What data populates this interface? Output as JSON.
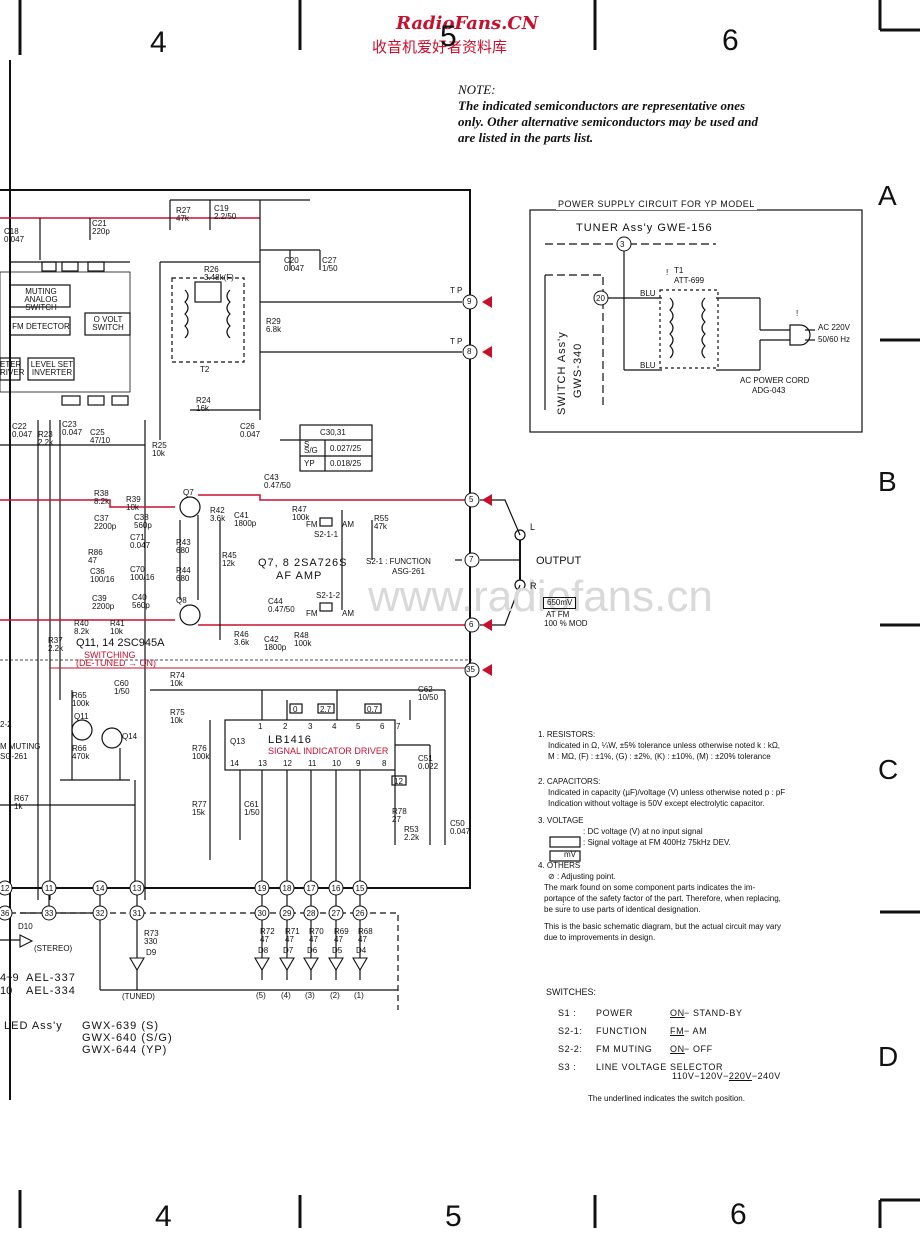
{
  "watermark": {
    "site": "RadioFans.CN",
    "cn": "收音机爱好者资料库",
    "center": "www.radiofans.cn"
  },
  "grid": {
    "top": [
      "4",
      "5",
      "6"
    ],
    "bottom": [
      "4",
      "5",
      "6"
    ],
    "rows": [
      "A",
      "B",
      "C",
      "D"
    ]
  },
  "note": {
    "title": "NOTE:",
    "lines": [
      "The indicated semiconductors are representative ones",
      "only. Other alternative semiconductors may be used and",
      "are listed in the parts list."
    ]
  },
  "power_supply": {
    "title": "POWER SUPPLY CIRCUIT FOR YP MODEL",
    "tuner": "TUNER Ass'y GWE-156",
    "switch_assy": "SWITCH Ass'y",
    "switch_model": "GWS-340",
    "t1": "T1",
    "t1_part": "ATT-699",
    "blu1": "BLU",
    "blu2": "BLU",
    "ac": "AC 220V",
    "hz": "50/60 Hz",
    "cord": "AC POWER CORD",
    "cord_part": "ADG-043",
    "node3": "3",
    "node20": "20",
    "warn": "!"
  },
  "tp": {
    "label": "T P",
    "nodes": [
      "9",
      "8"
    ]
  },
  "blocks": {
    "muting": "MUTING ANALOG SWITCH",
    "fm_detector": "FM DETECTOR",
    "ovolt": "O VOLT SWITCH",
    "level_set": "LEVEL SET INVERTER",
    "meter": "ETER RIVER",
    "t2": "T2"
  },
  "table_c30": {
    "title": "C30,31",
    "rows": [
      [
        "S",
        "S/G",
        "0.027/25"
      ],
      [
        "YP",
        "",
        "0.018/25"
      ]
    ]
  },
  "components": [
    {
      "id": "C21",
      "val": "220p"
    },
    {
      "id": "C18",
      "val": "0.047"
    },
    {
      "id": "R27",
      "val": "47k"
    },
    {
      "id": "C19",
      "val": "2.2/50"
    },
    {
      "id": "C20",
      "val": "0.047"
    },
    {
      "id": "C27",
      "val": "1/50"
    },
    {
      "id": "R26",
      "val": "3.48k(F)"
    },
    {
      "id": "R29",
      "val": "6.8k"
    },
    {
      "id": "R24",
      "val": "16k"
    },
    {
      "id": "C26",
      "val": "0.047"
    },
    {
      "id": "C22",
      "val": "0.047"
    },
    {
      "id": "R23",
      "val": "2.2k"
    },
    {
      "id": "C23",
      "val": "0.047"
    },
    {
      "id": "C25",
      "val": "47/10"
    },
    {
      "id": "R25",
      "val": "10k"
    },
    {
      "id": "C43",
      "val": "0.47/50"
    },
    {
      "id": "R38",
      "val": "8.2k"
    },
    {
      "id": "R39",
      "val": "10k"
    },
    {
      "id": "C37",
      "val": "2200p"
    },
    {
      "id": "C38",
      "val": "560p"
    },
    {
      "id": "R42",
      "val": "3.6k"
    },
    {
      "id": "C41",
      "val": "1800p"
    },
    {
      "id": "R47",
      "val": "100k"
    },
    {
      "id": "R55",
      "val": "47k"
    },
    {
      "id": "C71",
      "val": "0.047"
    },
    {
      "id": "R86",
      "val": "47"
    },
    {
      "id": "R43",
      "val": "680"
    },
    {
      "id": "R45",
      "val": "12k"
    },
    {
      "id": "C36",
      "val": "100/16"
    },
    {
      "id": "C70",
      "val": "100/16"
    },
    {
      "id": "R44",
      "val": "680"
    },
    {
      "id": "C39",
      "val": "2200p"
    },
    {
      "id": "C40",
      "val": "560p"
    },
    {
      "id": "C44",
      "val": "0.47/50"
    },
    {
      "id": "R40",
      "val": "8.2k"
    },
    {
      "id": "R41",
      "val": "10k"
    },
    {
      "id": "R46",
      "val": "3.6k"
    },
    {
      "id": "C42",
      "val": "1800p"
    },
    {
      "id": "R48",
      "val": "100k"
    },
    {
      "id": "R37",
      "val": "2.2k"
    },
    {
      "id": "R74",
      "val": "10k"
    },
    {
      "id": "C60",
      "val": "1/50"
    },
    {
      "id": "C62",
      "val": "10/50"
    },
    {
      "id": "R65",
      "val": "100k"
    },
    {
      "id": "R75",
      "val": "10k"
    },
    {
      "id": "R76",
      "val": "100k"
    },
    {
      "id": "R66",
      "val": "470k"
    },
    {
      "id": "C51",
      "val": "0.022"
    },
    {
      "id": "R67",
      "val": "1k"
    },
    {
      "id": "R77",
      "val": "15k"
    },
    {
      "id": "C61",
      "val": "1/50"
    },
    {
      "id": "R78",
      "val": "27"
    },
    {
      "id": "R53",
      "val": "2.2k"
    },
    {
      "id": "C50",
      "val": "0.047"
    },
    {
      "id": "R73",
      "val": "330"
    }
  ],
  "amp": {
    "q78": "Q7, 8  2SA726S",
    "af": "AF AMP",
    "q7": "Q7",
    "q8": "Q8"
  },
  "switching": {
    "q": "Q11, 14  2SC945A",
    "label": "SWITCHING",
    "detuned": "(DE-TUNED → ON)",
    "q11": "Q11",
    "q14": "Q14"
  },
  "s2": {
    "s21": "S2-1-1",
    "s22": "S2-1-2",
    "fm": "FM",
    "am": "AM",
    "function": "S2-1 : FUNCTION",
    "asg": "ASG-261"
  },
  "output": {
    "label": "OUTPUT",
    "l": "L",
    "r": "R",
    "mv": "650mV",
    "at_fm": "AT FM",
    "mod": "100 % MOD",
    "nodes": [
      "5",
      "7",
      "6",
      "35"
    ]
  },
  "ic": {
    "q13": "Q13",
    "part": "LB1416",
    "desc": "SIGNAL INDICATOR DRIVER",
    "top_pins": [
      "1",
      "2",
      "3",
      "4",
      "5",
      "6",
      "7"
    ],
    "bottom_pins": [
      "14",
      "13",
      "12",
      "11",
      "10",
      "9",
      "8"
    ],
    "boxes": [
      "0",
      "2.7",
      "0.7",
      "12"
    ]
  },
  "led": {
    "connectors_top": [
      "12",
      "11",
      "14",
      "13",
      "19",
      "18",
      "17",
      "16",
      "15"
    ],
    "connectors_bot": [
      "36",
      "33",
      "32",
      "31",
      "30",
      "29",
      "28",
      "27",
      "26"
    ],
    "d10": "D10",
    "stereo": "(STEREO)",
    "d9": "D9",
    "tuned": "(TUNED)",
    "leds": [
      {
        "r": "R72",
        "v": "47",
        "d": "D8",
        "n": "(5)"
      },
      {
        "r": "R71",
        "v": "47",
        "d": "D7",
        "n": "(4)"
      },
      {
        "r": "R70",
        "v": "47",
        "d": "D6",
        "n": "(3)"
      },
      {
        "r": "R69",
        "v": "47",
        "d": "D5",
        "n": "(2)"
      },
      {
        "r": "R68",
        "v": "47",
        "d": "D4",
        "n": "(1)"
      }
    ],
    "ael1": "AEL-337",
    "ael2": "AEL-334",
    "ael_prefix1": "4~9",
    "ael_prefix2": "10",
    "assy": "LED Ass'y",
    "gwx": [
      "GWX-639 (S)",
      "GWX-640 (S/G)",
      "GWX-644 (YP)"
    ],
    "sw_label": "M MUTING",
    "sw_asg": "SG-261",
    "s22": "2-2"
  },
  "notes": {
    "n1_title": "1. RESISTORS:",
    "n1_lines": [
      "Indicated in Ω, ¼W, ±5% tolerance unless otherwise noted k : kΩ,",
      "M : MΩ, (F) : ±1%, (G) : ±2%, (K) : ±10%, (M) : ±20% tolerance"
    ],
    "n2_title": "2. CAPACITORS:",
    "n2_lines": [
      "Indicated in capacity (µF)/voltage (V) unless otherwise noted p : pF",
      "Indication without voltage is 50V except electrolytic capacitor."
    ],
    "n3_title": "3. VOLTAGE",
    "n3_lines": [
      ": DC voltage (V) at no input signal",
      ": Signal voltage at FM 400Hz 75kHz DEV."
    ],
    "n3_mv": "mV",
    "n4_title": "4. OTHERS",
    "n4_lines": [
      ": Adjusting point.",
      "The      mark found on some component parts indicates the im-",
      "portance of the safety factor of the part. Therefore, when replacing,",
      "be sure to use parts of identical designation."
    ],
    "basic_lines": [
      "This is the basic schematic diagram, but the actual circuit may vary",
      "due to improvements in design."
    ]
  },
  "switches": {
    "title": "SWITCHES:",
    "rows": [
      {
        "id": "S1 :",
        "name": "POWER",
        "val_u": "ON",
        "val_rest": " − STAND-BY"
      },
      {
        "id": "S2-1:",
        "name": "FUNCTION",
        "val_u": "FM",
        "val_rest": " −  AM"
      },
      {
        "id": "S2-2:",
        "name": "FM MUTING",
        "val_u": "ON",
        "val_rest": " −  OFF"
      },
      {
        "id": "S3 :",
        "name": "LINE VOLTAGE SELECTOR",
        "val_u": "",
        "val_rest": ""
      }
    ],
    "s3_vals": {
      "a": "110V−120V−",
      "u": "220V",
      "b": "−240V"
    },
    "footer": "The underlined indicates the switch position."
  },
  "colors": {
    "red": "#c8102e",
    "ink": "#111111"
  }
}
